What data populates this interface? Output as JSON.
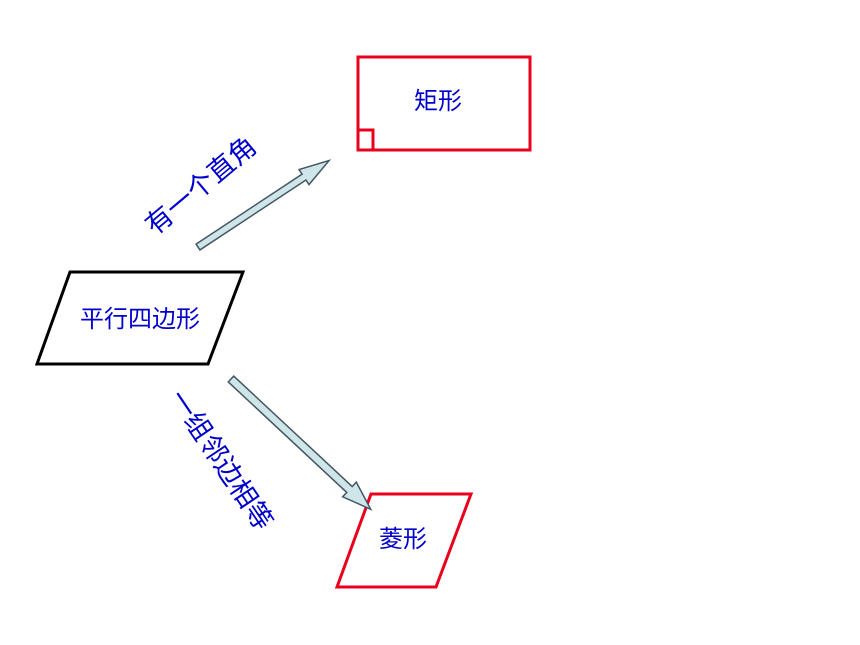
{
  "diagram": {
    "nodes": {
      "parallelogram": {
        "label": "平行四边形",
        "stroke": "#000000"
      },
      "rectangle": {
        "label": "矩形",
        "stroke": "#e8001c"
      },
      "rhombus": {
        "label": "菱形",
        "stroke": "#e8001c"
      }
    },
    "edges": {
      "to_rectangle": {
        "condition": "有一个直角"
      },
      "to_rhombus": {
        "condition": "一组邻边相等"
      }
    },
    "colors": {
      "label_text": "#0000cc",
      "arrow_fill": "#cfe6e8",
      "arrow_stroke": "#445566"
    }
  }
}
